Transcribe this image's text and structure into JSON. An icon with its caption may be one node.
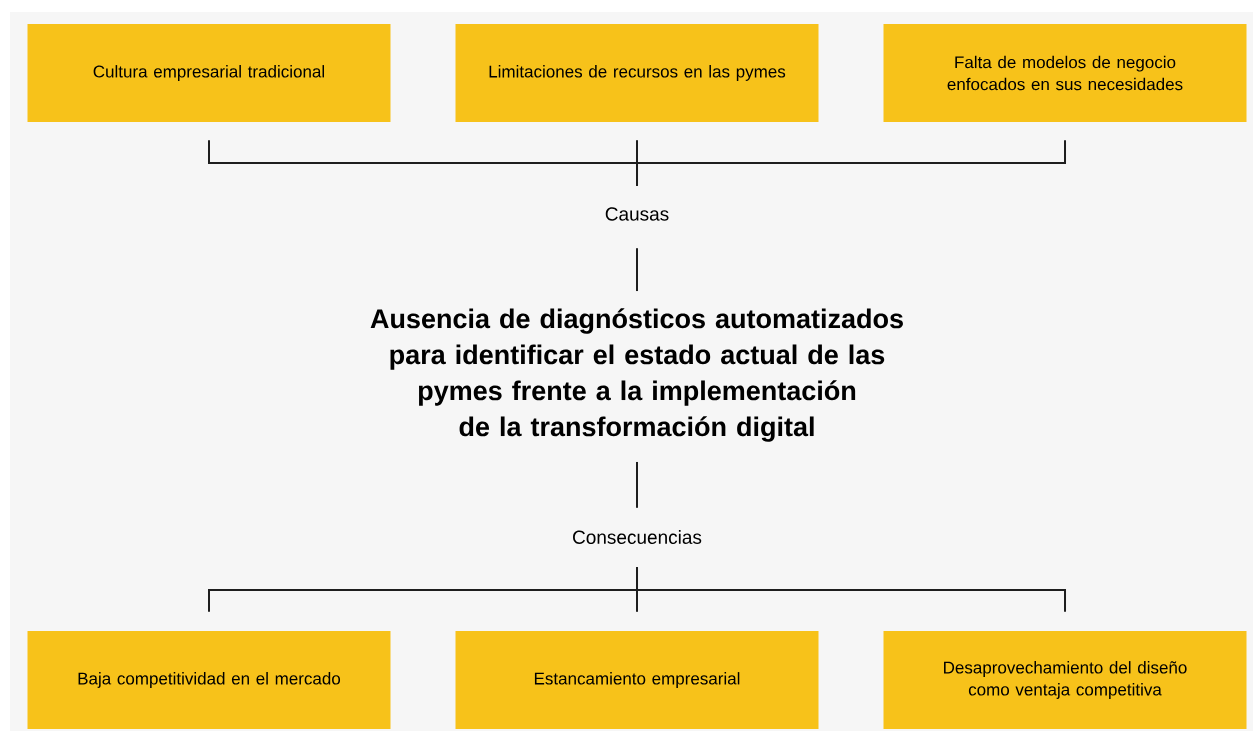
{
  "diagram": {
    "nodes": [
      {
        "text": [
          "Cultura empresarial tradicional"
        ]
      },
      {
        "text": [
          "Limitaciones de recursos en las pymes"
        ]
      },
      {
        "text": [
          "Falta de modelos de negocio enfocados en sus necesidades"
        ]
      },
      {
        "text": [
          "Causas"
        ]
      },
      {
        "text": [
          "Ausencia de diagnósticos automatizados para identificar el estado actual de las pymes frente a la implementación de la transformación digital"
        ]
      },
      {
        "text": [
          "Consecuencias"
        ]
      },
      {
        "text": [
          "Baja competitividad en el mercado"
        ]
      },
      {
        "text": [
          "Estancamiento empresarial"
        ]
      },
      {
        "text": [
          "Desaprovechamiento del diseño como ventaja competitiva"
        ]
      }
    ],
    "edges": [
      {
        "from": 0,
        "to": 3,
        "arrow": "none"
      },
      {
        "from": 1,
        "to": 3,
        "arrow": "none"
      },
      {
        "from": 2,
        "to": 3,
        "arrow": "none"
      },
      {
        "from": 3,
        "to": 4,
        "arrow": "none"
      },
      {
        "from": 4,
        "to": 5,
        "arrow": "none"
      },
      {
        "from": 5,
        "to": 6,
        "arrow": "none"
      },
      {
        "from": 5,
        "to": 7,
        "arrow": "none"
      },
      {
        "from": 5,
        "to": 8,
        "arrow": "none"
      }
    ]
  }
}
